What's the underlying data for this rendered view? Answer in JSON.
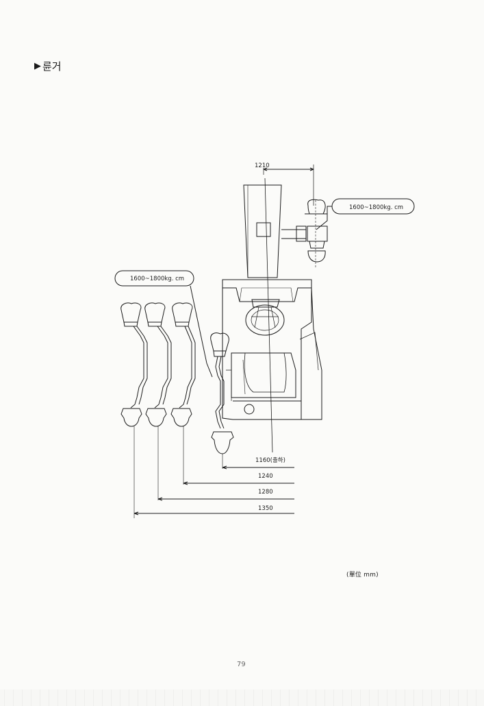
{
  "heading": {
    "marker": "▶",
    "title": "륜거"
  },
  "dimensions": {
    "width_top": "1210",
    "d1": "1160(출하)",
    "d2": "1240",
    "d3": "1280",
    "d4": "1350"
  },
  "callouts": {
    "torque_right": "1600~1800kg. cm",
    "torque_left": "1600~1800kg. cm"
  },
  "unit_note": "(單位 mm)",
  "page_number": "79"
}
